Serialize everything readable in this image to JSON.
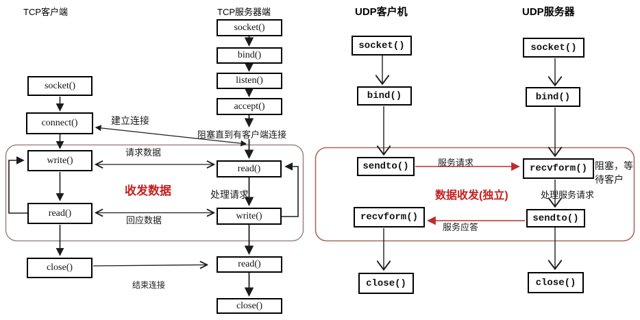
{
  "tcp": {
    "client_title": "TCP客户端",
    "server_title": "TCP服务器端",
    "client": {
      "socket": "socket()",
      "connect": "connect()",
      "write": "write()",
      "read": "read()",
      "close": "close()"
    },
    "server": {
      "socket": "socket()",
      "bind": "bind()",
      "listen": "listen()",
      "accept": "accept()",
      "read1": "read()",
      "write": "write()",
      "read2": "read()",
      "close": "close()"
    },
    "labels": {
      "establish": "建立连接",
      "block_until": "阻塞直到有客户端连接",
      "request": "请求数据",
      "exchange": "收发数据",
      "process": "处理请求",
      "response": "回应数据",
      "finish": "结束连接"
    }
  },
  "udp": {
    "client_title": "UDP客户机",
    "server_title": "UDP服务器",
    "client": {
      "socket": "socket()",
      "bind": "bind()",
      "sendto": "sendto()",
      "recvform": "recvform()",
      "close": "close()"
    },
    "server": {
      "socket": "socket()",
      "bind": "bind()",
      "recvform": "recvform()",
      "sendto": "sendto()",
      "close": "close()"
    },
    "labels": {
      "request": "服务请求",
      "exchange": "数据收发(独立)",
      "response": "服务应答",
      "block_line1": "阻塞，等",
      "block_line2": "待客户",
      "process": "处理服务请求"
    }
  },
  "colors": {
    "red_text": "#c41f1f",
    "red_line": "#bf2b2b",
    "black_line": "#1c1c1c",
    "tcp_frame": "#a08888",
    "udp_frame": "#a5685c",
    "box_border": "#000000",
    "background": "#ffffff"
  }
}
